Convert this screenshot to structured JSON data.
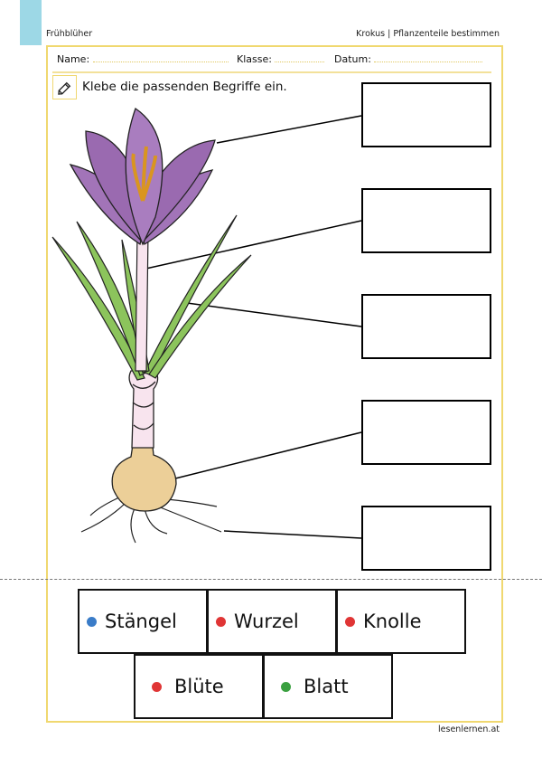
{
  "header": {
    "left": "Frühblüher",
    "right": "Krokus | Pflanzenteile bestimmen"
  },
  "fields": {
    "name": "Name:",
    "klasse": "Klasse:",
    "datum": "Datum:"
  },
  "instruction": {
    "icon": "pencil-icon",
    "text": "Klebe die passenden Begriffe ein."
  },
  "diagram": {
    "subject": "crocus",
    "answer_boxes": 5
  },
  "cards": [
    {
      "label": "Stängel",
      "dot_color": "#3a7cc8"
    },
    {
      "label": "Wurzel",
      "dot_color": "#e03535"
    },
    {
      "label": "Knolle",
      "dot_color": "#e03535"
    },
    {
      "label": "Blüte",
      "dot_color": "#e03535"
    },
    {
      "label": "Blatt",
      "dot_color": "#3aa040"
    }
  ],
  "footer": "lesenlernen.at",
  "colors": {
    "accent_tab": "#9dd8e6",
    "frame": "#f0d870"
  }
}
